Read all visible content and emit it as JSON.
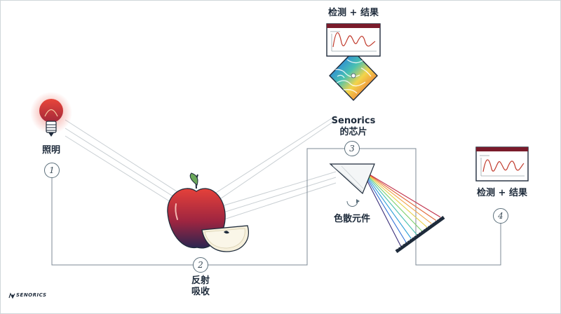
{
  "labels": {
    "light_source": "照明",
    "reflection_line1": "反射",
    "reflection_line2": "吸收",
    "chip_line1": "Senorics",
    "chip_line2": "的芯片",
    "dispersion": "色散元件",
    "result_top": "检测 + 结果",
    "result_right": "检测 + 结果"
  },
  "steps": [
    "1",
    "2",
    "3",
    "4"
  ],
  "brand": "SENORICS",
  "colors": {
    "dark_navy": "#1e2b3b",
    "accent_red": "#c0392b",
    "window_bar": "#7a1b2b",
    "line_gray": "#7c8a94",
    "ray_gray": "#c9cfd3"
  },
  "icons": [
    "light-bulb-icon",
    "apple-icon",
    "prism-icon",
    "sensor-chip-icon",
    "detector-grating-icon",
    "result-window-icon"
  ]
}
